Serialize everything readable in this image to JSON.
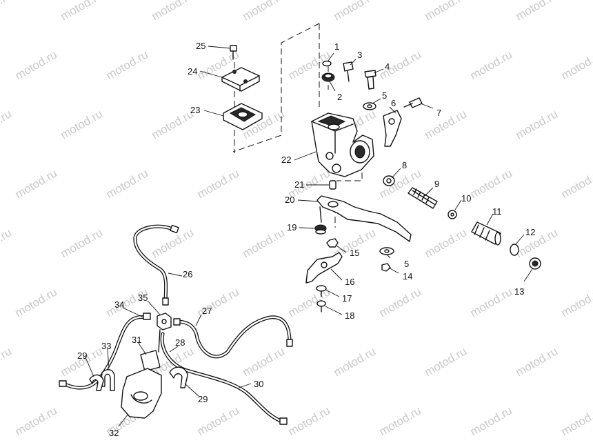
{
  "watermark": "motod.ru",
  "callouts": {
    "c1": "1",
    "c2": "2",
    "c3": "3",
    "c4": "4",
    "c5a": "5",
    "c5b": "5",
    "c6": "6",
    "c7": "7",
    "c8": "8",
    "c9": "9",
    "c10": "10",
    "c11": "11",
    "c12": "12",
    "c13": "13",
    "c14": "14",
    "c15": "15",
    "c16": "16",
    "c17": "17",
    "c18": "18",
    "c19": "19",
    "c20": "20",
    "c21": "21",
    "c22": "22",
    "c23": "23",
    "c24": "24",
    "c25": "25",
    "c26": "26",
    "c27": "27",
    "c28": "28",
    "c29a": "29",
    "c29b": "29",
    "c30": "30",
    "c31": "31",
    "c32": "32",
    "c33": "33",
    "c34": "34",
    "c35": "35"
  }
}
